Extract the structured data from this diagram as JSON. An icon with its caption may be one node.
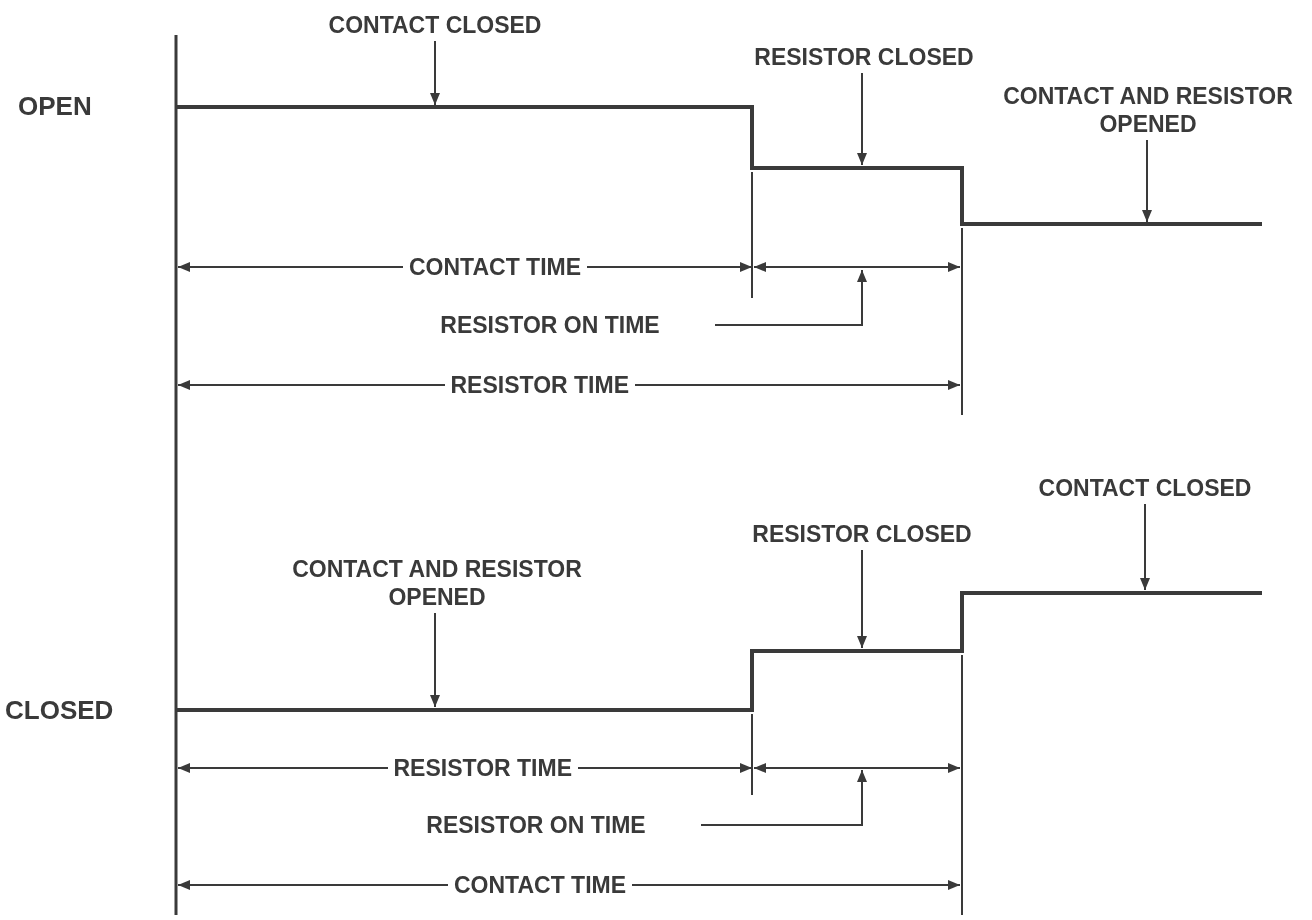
{
  "diagram": {
    "nodes": [
      {
        "text": [
          "CONTACT CLOSED"
        ]
      },
      {
        "text": [
          "RESISTOR CLOSED"
        ]
      },
      {
        "text": [
          "CONTACT AND RESISTOR OPENED"
        ]
      },
      {
        "text": [
          "RESISTOR ON TIME"
        ]
      },
      {
        "text": [
          "CONTACT CLOSED"
        ]
      },
      {
        "text": [
          "RESISTOR CLOSED"
        ]
      },
      {
        "text": [
          "CONTACT AND RESISTOR OPENED"
        ]
      },
      {
        "text": [
          "RESISTOR ON TIME"
        ]
      }
    ],
    "edges": [
      {
        "from": 0,
        "to": null,
        "arrow": "to"
      },
      {
        "from": 1,
        "to": null,
        "arrow": "to"
      },
      {
        "from": 2,
        "to": null,
        "arrow": "to"
      },
      {
        "from": 3,
        "to": null,
        "arrow": "to"
      },
      {
        "from": 4,
        "to": null,
        "arrow": "to"
      },
      {
        "from": 5,
        "to": null,
        "arrow": "to"
      },
      {
        "from": 6,
        "to": null,
        "arrow": "to"
      },
      {
        "from": 7,
        "to": null,
        "arrow": "to"
      }
    ],
    "labels": [
      "OPEN",
      "CONTACT TIME",
      "RESISTOR TIME",
      "CLOSED",
      "RESISTOR TIME",
      "CONTACT TIME"
    ]
  }
}
